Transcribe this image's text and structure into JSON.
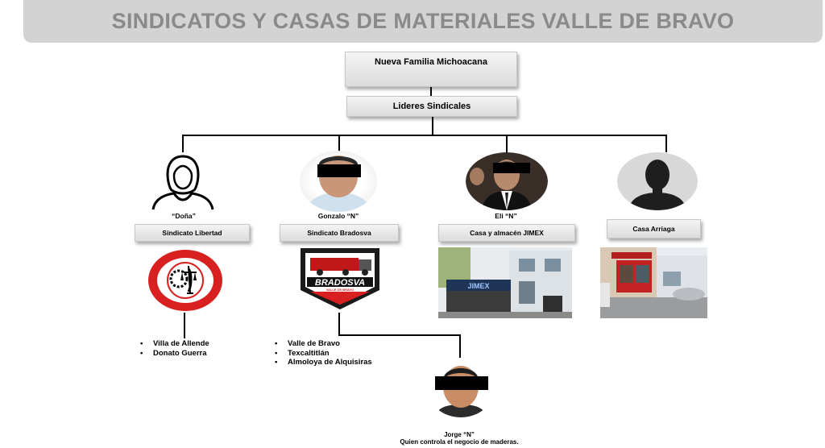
{
  "title": "SINDICATOS Y CASAS DE MATERIALES VALLE DE BRAVO",
  "root": {
    "label": "Nueva Familia Michoacana"
  },
  "leaders": {
    "label": "Lideres Sindicales"
  },
  "branches": [
    {
      "person": "“Doña”",
      "org": "Sindicato Libertad",
      "places": [
        "Villa de Allende",
        "Donato Guerra"
      ]
    },
    {
      "person": "Gonzalo “N”",
      "org": "Sindicato Bradosva",
      "places": [
        "Valle de Bravo",
        "Texcaltitlán",
        "Almoloya de Alquisiras"
      ]
    },
    {
      "person": "Eli “N”",
      "org": "Casa y almacén JIMEX"
    },
    {
      "org": "Casa Arriaga"
    }
  ],
  "logos": {
    "bradosva": "BRADOSVA",
    "bradosva_sub": "VALLE DE BRAVO",
    "jimex_sign": "JIMEX"
  },
  "subordinate": {
    "name": "Jorge “N”",
    "role": "Quien controla el negocio de maderas."
  },
  "colors": {
    "title_bg": "#d3d3d3",
    "title_text": "#8a8a8a",
    "box_bg": "#e8e8e8",
    "libertad_red": "#d92020"
  }
}
